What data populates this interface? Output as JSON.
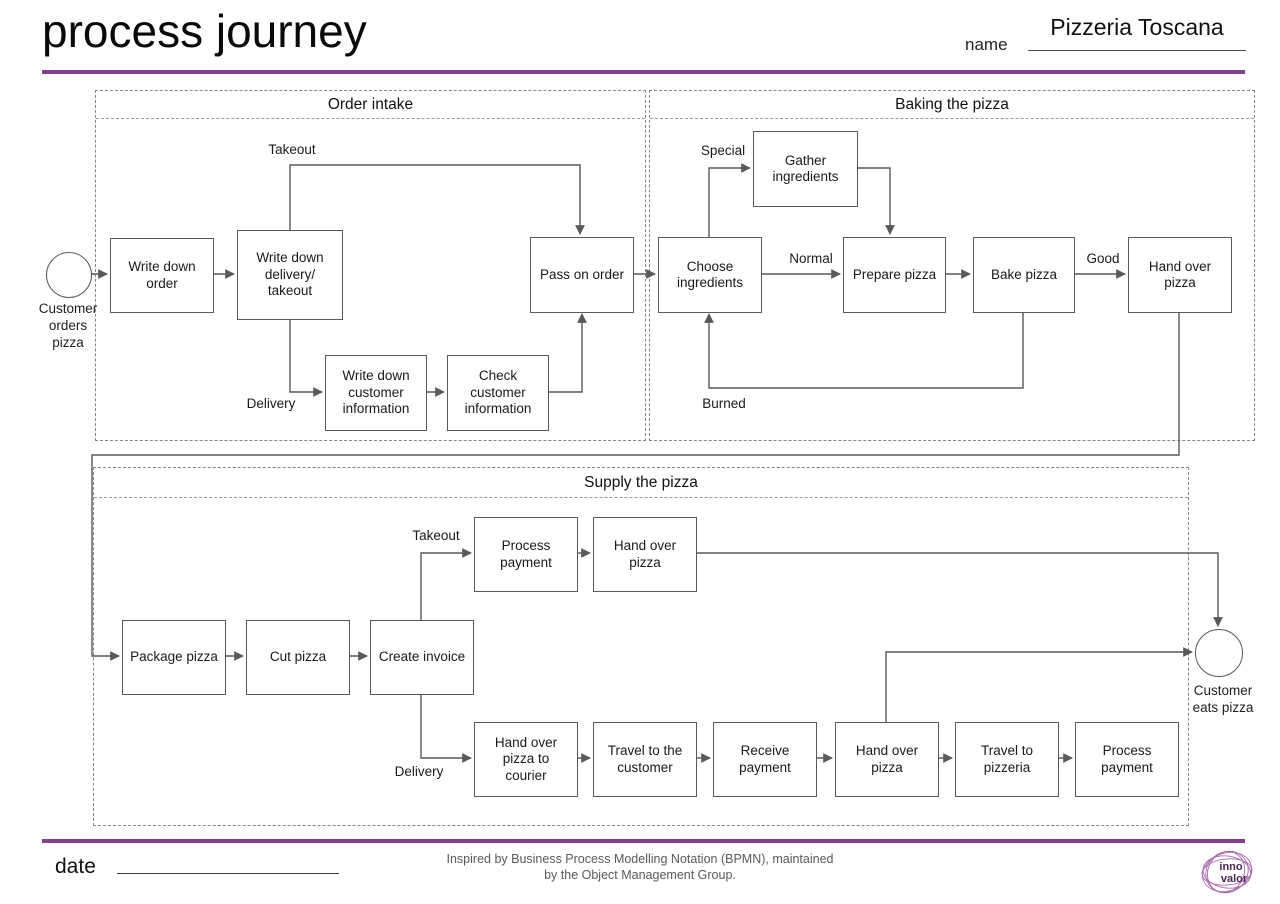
{
  "header": {
    "title": "process journey",
    "name_label": "name",
    "name_value": "Pizzeria Toscana"
  },
  "sections": {
    "order_intake": "Order intake",
    "baking": "Baking the pizza",
    "supply": "Supply the pizza"
  },
  "events": {
    "start": "Customer\norders\npizza",
    "end": "Customer\neats pizza"
  },
  "tasks": {
    "write_down_order": "Write down\norder",
    "write_down_delivery": "Write down\ndelivery/\ntakeout",
    "pass_on_order": "Pass on order",
    "write_down_customer_info": "Write down\ncustomer\ninformation",
    "check_customer_info": "Check\ncustomer\ninformation",
    "choose_ingredients": "Choose\ningredients",
    "gather_ingredients": "Gather\ningredients",
    "prepare_pizza": "Prepare pizza",
    "bake_pizza": "Bake pizza",
    "hand_over_pizza_baking": "Hand over\npizza",
    "package_pizza": "Package pizza",
    "cut_pizza": "Cut pizza",
    "create_invoice": "Create invoice",
    "process_payment_takeout": "Process\npayment",
    "hand_over_pizza_takeout": "Hand over\npizza",
    "hand_over_pizza_courier": "Hand over\npizza to\ncourier",
    "travel_to_customer": "Travel to the\ncustomer",
    "receive_payment": "Receive\npayment",
    "hand_over_pizza_delivery": "Hand over\npizza",
    "travel_to_pizzeria": "Travel to\npizzeria",
    "process_payment_delivery": "Process\npayment"
  },
  "edge_labels": {
    "takeout_intake": "Takeout",
    "delivery_intake": "Delivery",
    "special": "Special",
    "normal": "Normal",
    "good": "Good",
    "burned": "Burned",
    "takeout_supply": "Takeout",
    "delivery_supply": "Delivery"
  },
  "footer": {
    "date_label": "date",
    "credit_line1": "Inspired by Business Process Modelling Notation (BPMN), maintained",
    "credit_line2": "by the Object Management Group.",
    "logo_text_top": "inno",
    "logo_text_bottom": "valor"
  },
  "colors": {
    "accent": "#82418c",
    "line": "#595959"
  }
}
